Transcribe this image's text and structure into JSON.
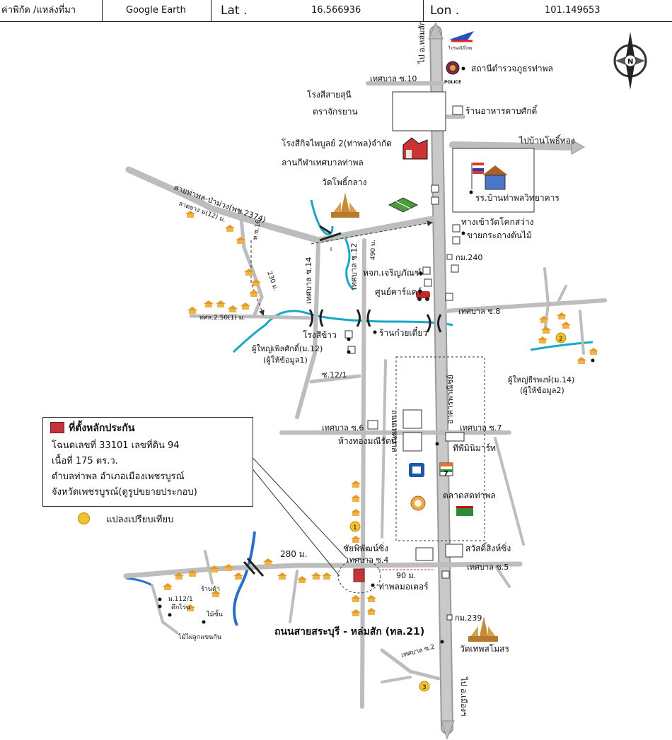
{
  "header": {
    "coord_label": "ค่าพิกัด /แหล่งที่มา",
    "source": "Google Earth",
    "lat_label": "Lat .",
    "lat_value": "16.566936",
    "lon_label": "Lon .",
    "lon_value": "101.149653"
  },
  "labels": {
    "road_to_lomsak": "ไป อ.หล่มสัก",
    "post_logo": "ไปรษณีย์ไทย",
    "police_station": "สถานีตำรวจภูธรท่าพล",
    "police_tag": "POLICE",
    "soi10": "เทศบาล ซ.10",
    "rice_mill_sun": "โรงสีสายสุนี",
    "rice_mill_sun_brand": "ตราจักรยาน",
    "restaurant": "ร้านอาหารดาบศักดิ์",
    "to_ban_phothong": "ไปบ้านโพธิ์ทอง",
    "rice_mill_kit": "โรงสีกิจไพบูลย์ 2(ท่าพล)จำกัด",
    "sports_field": "ลานกีฬาเทศบาลท่าพล",
    "wat_pho_klang": "วัดโพธิ์กลาง",
    "school": "รร.บ้านท่าพลวิทยาคาร",
    "road_thapon_pamuang": "สายท่าพล-ป่าม่วง(พช.2374)",
    "village_12": "ลาดยาง ม(12) ม.",
    "soi16": "ท.ซ.16",
    "road_wat_khok": "ทางเข้าวัดโคกสว่าง",
    "plant_shop": "ขายกระถางต้นไม้",
    "km240": "กม.240",
    "dist_490": "490 ม.",
    "dist_230": "230 ม.",
    "soi14": "เทศบาล ซ.14",
    "soi12": "เทศบาล ซ.12",
    "charoenphan": "หจก.เจริญภัณฑ์",
    "carcare": "ศูนย์คาร์แคร์",
    "soi8": "เทศบาล ซ.8",
    "soi_left": "ทศล.2.50(1) ม.",
    "rice_mill_small": "โรงสีข้าว",
    "headman12": "ผู้ใหญ่เพิลศักดิ์(ม.12)",
    "headman12_note": "(ผู้ให้ข้อมูล1)",
    "noodle": "ร้านก๋วยเตี๋ยว",
    "soi12_1": "ซ.12/1",
    "headman14": "ผู้ใหญ่ธีรพงษ์(ม.14)",
    "headman14_note": "(ผู้ให้ข้อมูล2)",
    "soi6": "เทศบาล ซ.6",
    "soi7": "เทศบาล ซ.7",
    "gold_shop": "ห้างทองมณีรัตน์",
    "mini_mart": "ทีพีมินิมาร์ท",
    "fresh_market": "ตลาดสดท่าพล",
    "shophouses": "อาคารพาณิชย์",
    "road_ded": "ถนนเทศบาล",
    "dist_280": "280 ม.",
    "chaiya_lighting": "ชัยพิพัฒน์ซิ่ง",
    "sawat_lighting": "สวัสดิ์สิงห์ซิ่ง",
    "soi4": "เทศบาล ซ.4",
    "soi5": "เทศบาล ซ.5",
    "dist_90": "90 ม.",
    "thapon_motor": "ท่าพลมอเตอร์",
    "road_main": "ถนนสายสระบุรี - หล่มสัก (ทล.21)",
    "km239": "กม.239",
    "wat_thep": "วัดเทพสโมสร",
    "soi2": "เทศบาล ซ.2",
    "to_phetchabun": "ไป อ.เมืองฯ",
    "village_112": "ม.112/1",
    "shop_left": "ร้านค้า",
    "sitthi": "ตึกไร่น",
    "mai_chan": "ไม้ชั้น",
    "mai_phai": "ไม้ไผ่ลูกแขนกัน",
    "north": "N",
    "cmp1": "1",
    "cmp2": "2",
    "cmp3": "3",
    "seven": "7"
  },
  "legend": {
    "title": "ที่ตั้งหลักประกัน",
    "line1": "โฉนดเลขที่ 33101 เลขที่ดิน 94",
    "line2": "เนื้อที่ 175 ตร.ว.",
    "line3": "ตำบลท่าพล อำเภอเมืองเพชรบูรณ์",
    "line4": "จังหวัดเพชรบูรณ์(ดูรูปขยายประกอบ)",
    "comparable_label": "แปลงเปรียบเทียบ"
  },
  "colors": {
    "road": "#c3c3c3",
    "road_edge": "#9a9a9a",
    "river": "#19a7c7",
    "collateral": "#c0363c",
    "comparable": "#f3c12b",
    "house": "#e39a2b"
  },
  "icons": {
    "north_arrow": "compass-north-icon",
    "police": "police-badge-icon",
    "post": "thailand-post-icon",
    "factory": "factory-icon",
    "temple": "temple-icon",
    "school": "school-flag-icon",
    "house": "house-icon",
    "bridge": "bridge-icon",
    "car": "car-icon"
  }
}
